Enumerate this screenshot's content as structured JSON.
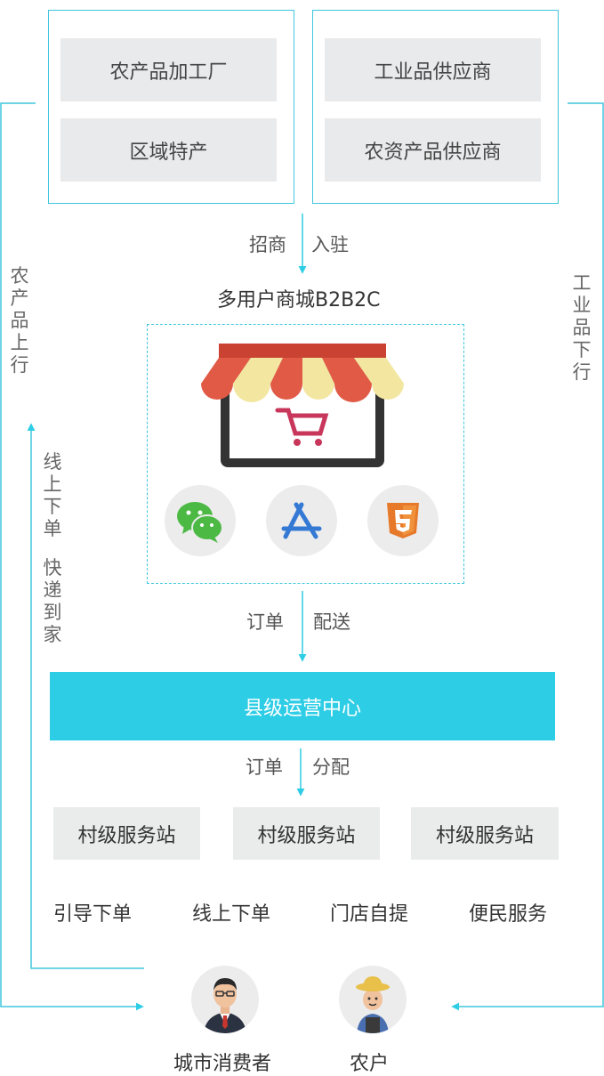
{
  "suppliers_left": [
    "农产品加工厂",
    "区域特产"
  ],
  "suppliers_right": [
    "工业品供应商",
    "农资产品供应商"
  ],
  "arrow1": {
    "left": "招商",
    "right": "入驻"
  },
  "mall_title": "多用户商城B2B2C",
  "platform_icons": [
    "wechat-icon",
    "app-store-icon",
    "html5-icon"
  ],
  "arrow2": {
    "left": "订单",
    "right": "配送"
  },
  "county_center": "县级运营中心",
  "arrow3": {
    "left": "订单",
    "right": "分配"
  },
  "stations": [
    "村级服务站",
    "村级服务站",
    "村级服务站"
  ],
  "services": [
    "引导下单",
    "线上下单",
    "门店自提",
    "便民服务"
  ],
  "side_left_outer": "农产品上行",
  "side_left_inner_1": "线上下单",
  "side_left_inner_2": "快递到家",
  "side_right": "工业品下行",
  "people": [
    "城市消费者",
    "农户"
  ],
  "colors": {
    "accent": "#2ecde6",
    "line": "#3ec6dd",
    "box": "#e9eaeb"
  }
}
